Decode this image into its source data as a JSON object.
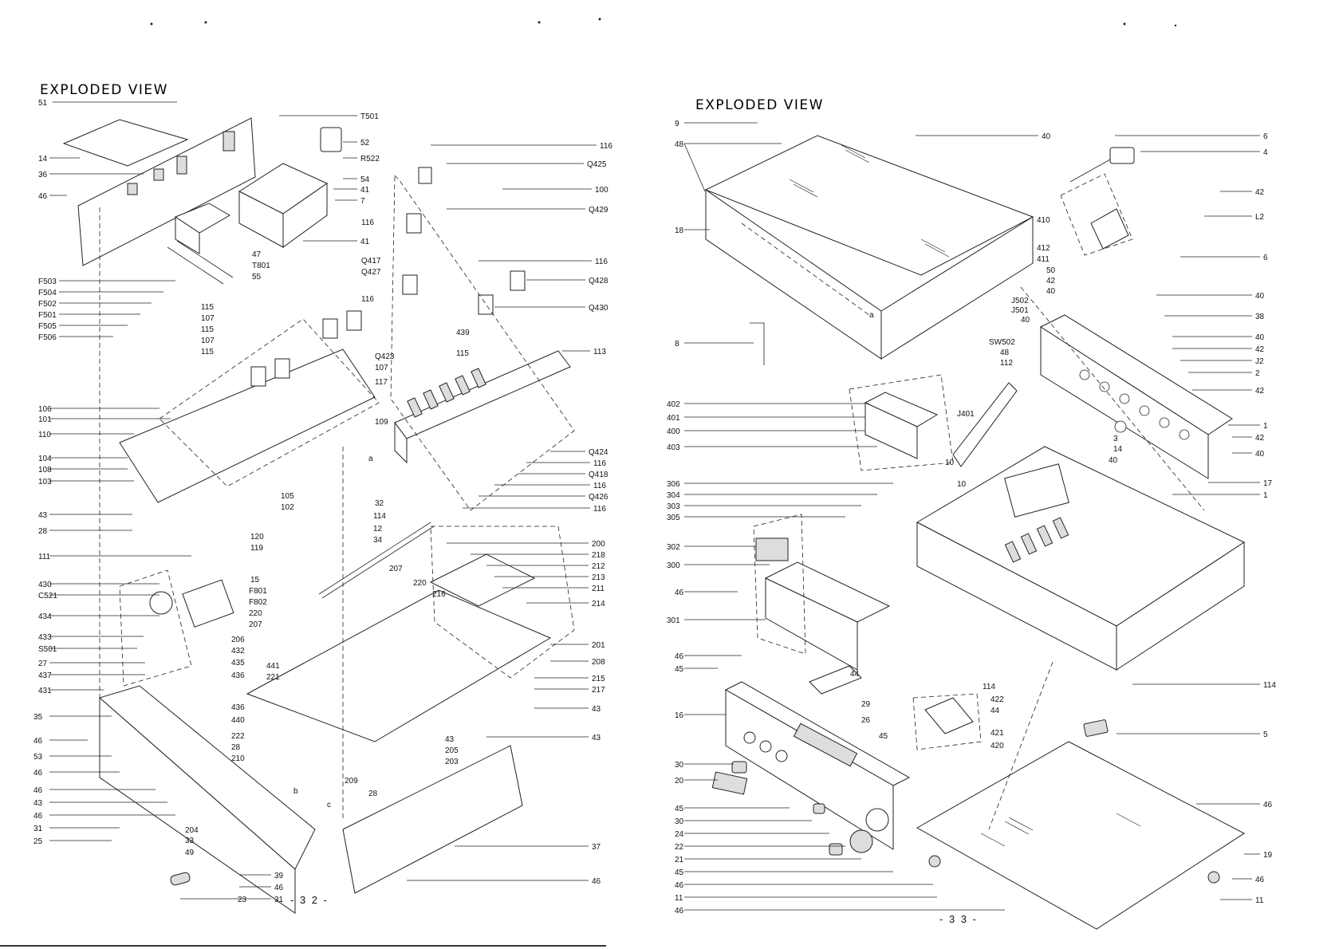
{
  "pages": [
    {
      "title": "EXPLODED VIEW",
      "page_number": "- 3 2 -",
      "callouts_left": [
        "51",
        "14",
        "36",
        "46",
        "F503",
        "F504",
        "F502",
        "F501",
        "F505",
        "F506",
        "106",
        "101",
        "110",
        "104",
        "108",
        "103",
        "43",
        "28",
        "111",
        "430",
        "C521",
        "434",
        "433",
        "S501",
        "27",
        "437",
        "431",
        "35",
        "46",
        "53",
        "46",
        "46",
        "43",
        "46",
        "31",
        "25"
      ],
      "callouts_center": [
        "115",
        "107",
        "115",
        "107",
        "115",
        "47",
        "T801",
        "55",
        "116",
        "Q417",
        "Q427",
        "116",
        "Q423",
        "107",
        "117",
        "109",
        "105",
        "102",
        "120",
        "119",
        "15",
        "32",
        "114",
        "12",
        "34",
        "F801",
        "F802",
        "220",
        "207",
        "207",
        "220",
        "216",
        "206",
        "432",
        "435",
        "436",
        "436",
        "440",
        "441",
        "221",
        "222",
        "28",
        "210",
        "209",
        "28",
        "43",
        "205",
        "203",
        "204",
        "33",
        "49",
        "39",
        "46",
        "31",
        "23"
      ],
      "callouts_right": [
        "T501",
        "52",
        "R522",
        "54",
        "41",
        "7",
        "41",
        "116",
        "Q425",
        "100",
        "Q429",
        "116",
        "Q428",
        "Q430",
        "439",
        "115",
        "113",
        "Q424",
        "116",
        "Q418",
        "116",
        "Q426",
        "116",
        "200",
        "218",
        "212",
        "213",
        "211",
        "214",
        "201",
        "208",
        "215",
        "217",
        "43",
        "43",
        "37",
        "46"
      ],
      "marks": [
        "a",
        "b",
        "c"
      ]
    },
    {
      "title": "EXPLODED VIEW",
      "page_number": "- 3 3 -",
      "callouts_left": [
        "9",
        "48",
        "18",
        "8",
        "402",
        "401",
        "400",
        "403",
        "306",
        "304",
        "303",
        "305",
        "302",
        "300",
        "46",
        "301",
        "46",
        "45",
        "16",
        "30",
        "20",
        "45",
        "30",
        "24",
        "22",
        "21",
        "45",
        "46",
        "11",
        "46"
      ],
      "callouts_center": [
        "40",
        "410",
        "412",
        "411",
        "50",
        "42",
        "40",
        "J502",
        "J501",
        "40",
        "SW502",
        "48",
        "112",
        "J401",
        "10",
        "10",
        "44",
        "29",
        "26",
        "45",
        "114",
        "422",
        "44",
        "421",
        "420",
        "3",
        "14",
        "40"
      ],
      "callouts_right": [
        "6",
        "4",
        "42",
        "L2",
        "6",
        "40",
        "38",
        "40",
        "42",
        "J2",
        "2",
        "42",
        "1",
        "42",
        "40",
        "17",
        "1",
        "114",
        "5",
        "46",
        "19",
        "46",
        "11"
      ],
      "marks": [
        "a"
      ]
    }
  ]
}
